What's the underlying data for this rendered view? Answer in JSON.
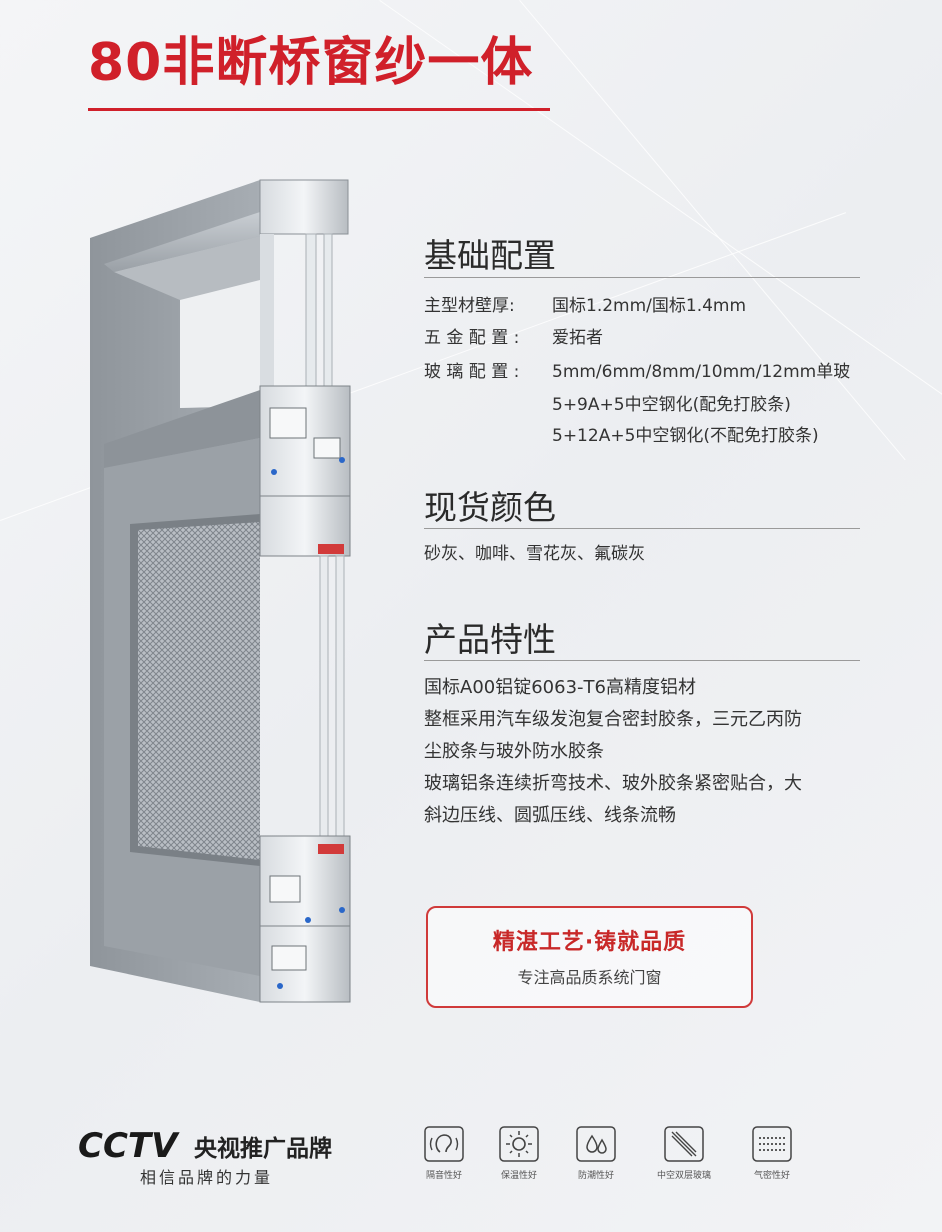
{
  "title": "80非断桥窗纱一体",
  "sections": {
    "base_config": {
      "title": "基础配置",
      "rows": [
        {
          "label": "主型材壁厚:",
          "value": "国标1.2mm/国标1.4mm"
        },
        {
          "label": "五 金 配 置 :",
          "value": "爱拓者"
        },
        {
          "label": "玻 璃 配 置 :",
          "value": "5mm/6mm/8mm/10mm/12mm单玻"
        }
      ],
      "glass_extra": [
        "5+9A+5中空钢化(配免打胶条)",
        "5+12A+5中空钢化(不配免打胶条)"
      ]
    },
    "colors": {
      "title": "现货颜色",
      "text": "砂灰、咖啡、雪花灰、氟碳灰"
    },
    "features": {
      "title": "产品特性",
      "lines": [
        "国标A00铝锭6063-T6高精度铝材",
        "整框采用汽车级发泡复合密封胶条，三元乙丙防",
        "尘胶条与玻外防水胶条",
        "玻璃铝条连续折弯技术、玻外胶条紧密贴合，大",
        "斜边压线、圆弧压线、线条流畅"
      ]
    }
  },
  "quality": {
    "title": "精湛工艺·铸就品质",
    "subtitle": "专注高品质系统门窗"
  },
  "brand": {
    "logo_text": "CCTV",
    "name": "央视推广品牌",
    "slogan": "相信品牌的力量"
  },
  "feature_icons": [
    {
      "icon": "ear-icon",
      "label": "隔音性好"
    },
    {
      "icon": "sun-icon",
      "label": "保温性好"
    },
    {
      "icon": "drops-icon",
      "label": "防潮性好"
    },
    {
      "icon": "double-glass-icon",
      "label": "中空双层玻璃"
    },
    {
      "icon": "seal-icon",
      "label": "气密性好"
    }
  ],
  "colors": {
    "accent": "#d0202a",
    "frame": "#9ea3a8"
  }
}
